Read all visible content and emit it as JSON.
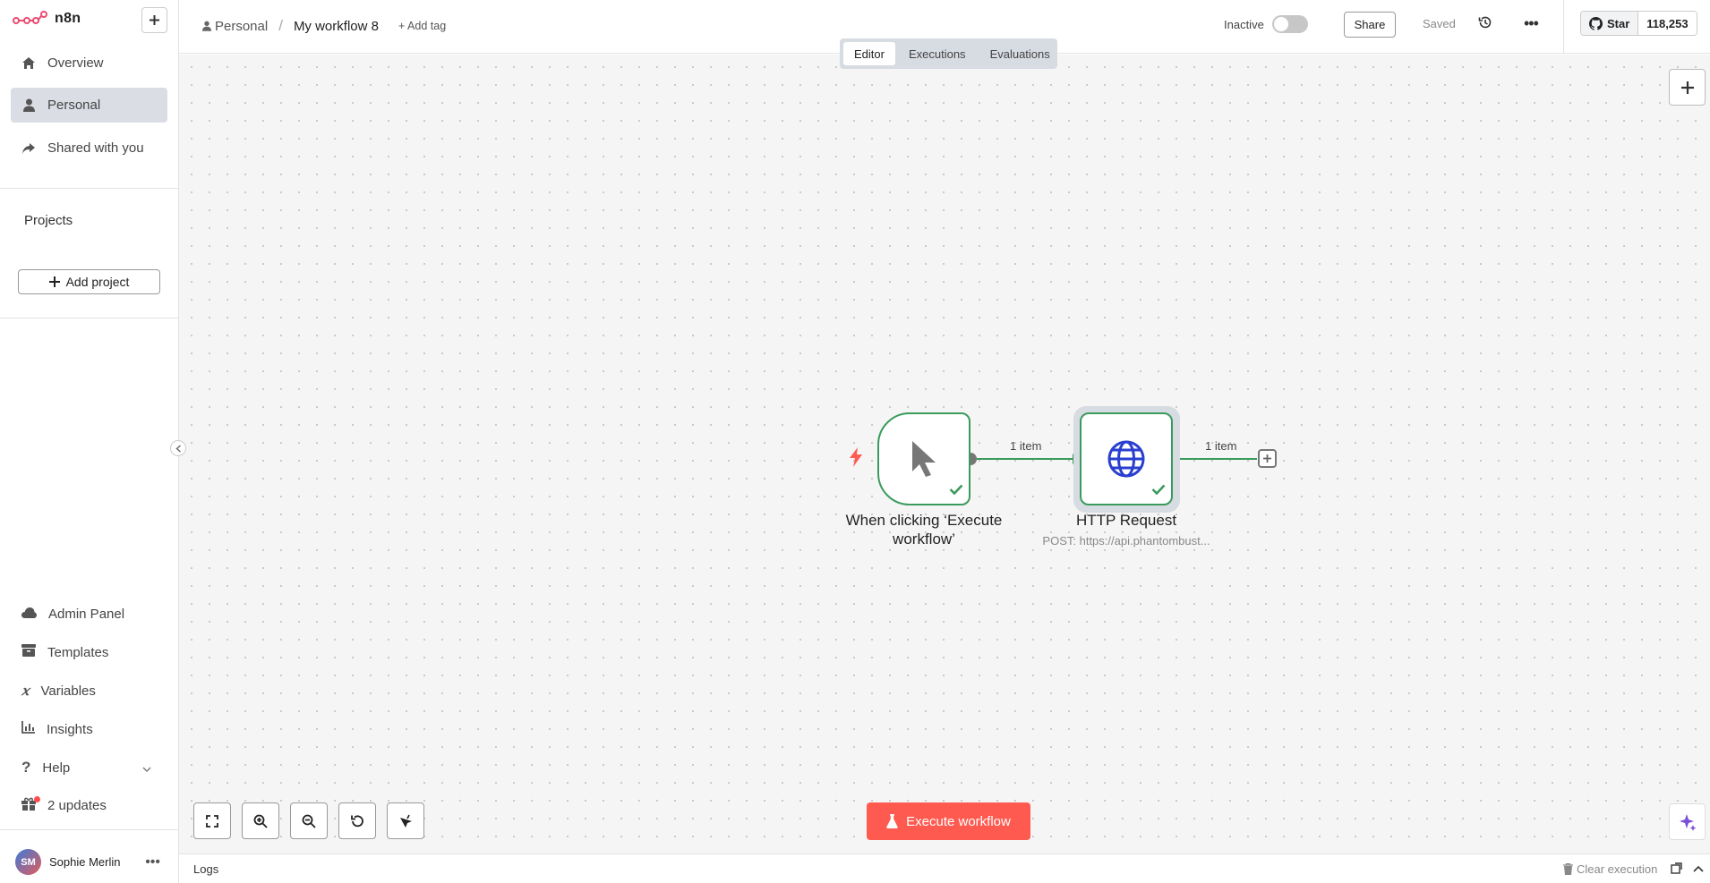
{
  "sidebar": {
    "logo_text": "n8n",
    "nav": [
      {
        "label": "Overview",
        "icon": "home-icon"
      },
      {
        "label": "Personal",
        "icon": "user-icon"
      },
      {
        "label": "Shared with you",
        "icon": "share-icon"
      }
    ],
    "projects_title": "Projects",
    "add_project_label": "Add project",
    "bottom": [
      {
        "label": "Admin Panel",
        "icon": "cloud-icon"
      },
      {
        "label": "Templates",
        "icon": "box-icon"
      },
      {
        "label": "Variables",
        "icon": "variable-icon"
      },
      {
        "label": "Insights",
        "icon": "chart-icon"
      },
      {
        "label": "Help",
        "icon": "question-icon"
      },
      {
        "label": "2 updates",
        "icon": "gift-icon"
      }
    ],
    "user": {
      "initials": "SM",
      "name": "Sophie Merlin"
    }
  },
  "header": {
    "breadcrumb_project": "Personal",
    "breadcrumb_sep": "/",
    "workflow_name": "My workflow 8",
    "add_tag": "+ Add tag",
    "status_label": "Inactive",
    "share_label": "Share",
    "saved_label": "Saved",
    "github": {
      "star_label": "Star",
      "count": "118,253"
    }
  },
  "tabs": [
    "Editor",
    "Executions",
    "Evaluations"
  ],
  "active_tab": "Editor",
  "canvas": {
    "nodes": [
      {
        "label": "When clicking ‘Execute workflow’",
        "subtitle": ""
      },
      {
        "label": "HTTP Request",
        "subtitle": "POST: https://api.phantombust..."
      }
    ],
    "edge_labels": [
      "1 item",
      "1 item"
    ],
    "execute_label": "Execute workflow"
  },
  "logs": {
    "title": "Logs",
    "clear_label": "Clear execution"
  },
  "colors": {
    "accent": "#ff5a4f",
    "success": "#3a9b5c",
    "http_globe": "#2a3fd0"
  }
}
